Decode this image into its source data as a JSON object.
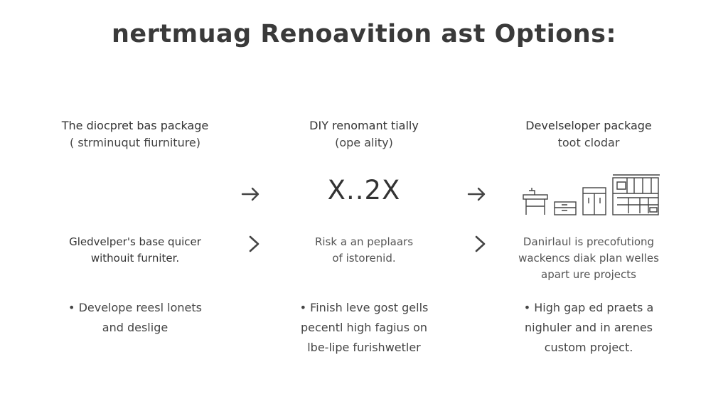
{
  "title": "nertmuag Renoavition ast  Options:",
  "columns": [
    {
      "heading_line1": "The diocpret bas package",
      "heading_line2": "( strminuqut fiurniture)",
      "middle_line1": "Gledvelper's base quicer",
      "middle_line2": "withouit furniter.",
      "bullet_line1": "Develope reesl lonets",
      "bullet_line2": "and deslige"
    },
    {
      "heading_line1": "DIY  renomant tially",
      "heading_line2": "(ope ality)",
      "big_value": "X..2X",
      "middle_line1": "Risk a an  peplaars",
      "middle_line2": "of istorenid.",
      "bullet_line1": "Finish leve gost gells",
      "bullet_line2": "pecentl high fagius on",
      "bullet_line3": "lbe-lipe furishwetler"
    },
    {
      "heading_line1": "Develseloper package",
      "heading_line2": "toot clodar",
      "middle_line1": "Danirlaul is precofutiong",
      "middle_line2": "wackencs diak plan welles",
      "middle_line3": "apart ure projects",
      "bullet_line1": "High gap ed praets a",
      "bullet_line2": "nighuler and in arenes",
      "bullet_line3": "custom project."
    }
  ],
  "bullet_glyph": "•",
  "icons": {
    "arrow_right": "arrow-right-icon",
    "chevron_right": "chevron-right-icon",
    "furniture": "kitchen-furniture-icon"
  },
  "colors": {
    "text": "#333333",
    "stroke": "#444444",
    "background": "#ffffff"
  }
}
